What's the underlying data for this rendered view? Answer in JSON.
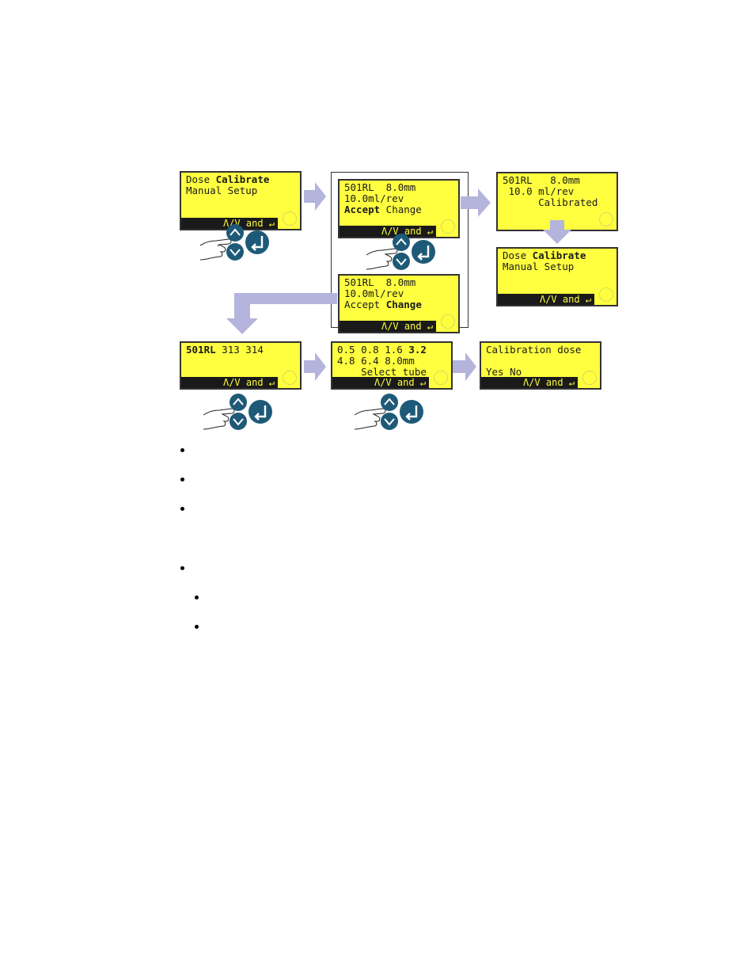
{
  "screens": [
    {
      "id": "s1",
      "lines": [
        [
          {
            "t": "Dose "
          },
          {
            "t": "Calibrate",
            "b": true
          }
        ],
        [
          {
            "t": "Manual Setup"
          }
        ]
      ],
      "bar": "Λ/V and ↵"
    },
    {
      "id": "s2",
      "lines": [
        [
          {
            "t": "501RL  8.0mm"
          }
        ],
        [
          {
            "t": "10.0ml/rev"
          }
        ],
        [
          {
            "t": "Accept",
            "b": true
          },
          {
            "t": " Change"
          }
        ]
      ],
      "bar": "Λ/V and ↵"
    },
    {
      "id": "s3",
      "lines": [
        [
          {
            "t": "501RL  8.0mm"
          }
        ],
        [
          {
            "t": "10.0ml/rev"
          }
        ],
        [
          {
            "t": "Accept "
          },
          {
            "t": "Change",
            "b": true
          }
        ]
      ],
      "bar": "Λ/V and ↵"
    },
    {
      "id": "s4",
      "lines": [
        [
          {
            "t": "501RL   8.0mm"
          }
        ],
        [
          {
            "t": " 10.0 ml/rev"
          }
        ],
        [
          {
            "t": "      Calibrated"
          }
        ]
      ],
      "bar": ""
    },
    {
      "id": "s5",
      "lines": [
        [
          {
            "t": "Dose "
          },
          {
            "t": "Calibrate",
            "b": true
          }
        ],
        [
          {
            "t": "Manual Setup"
          }
        ]
      ],
      "bar": "Λ/V and ↵"
    },
    {
      "id": "s6",
      "lines": [
        [
          {
            "t": "501RL",
            "b": true
          },
          {
            "t": " 313 314"
          }
        ]
      ],
      "bar": "Λ/V and ↵"
    },
    {
      "id": "s7",
      "lines": [
        [
          {
            "t": "0.5 0.8 1.6 "
          },
          {
            "t": "3.2",
            "b": true
          }
        ],
        [
          {
            "t": "4.8 6.4 8.0mm"
          }
        ],
        [
          {
            "t": "    Select tube"
          }
        ]
      ],
      "bar": "Λ/V and ↵"
    },
    {
      "id": "s8",
      "lines": [
        [
          {
            "t": "Calibration dose"
          }
        ],
        [
          {
            "t": ""
          }
        ],
        [
          {
            "t": "Yes No"
          }
        ]
      ],
      "bar": "Λ/V and ↵"
    }
  ],
  "colors": {
    "lcd": "#ffff40",
    "arrow": "#b4b4dc",
    "key": "#1e5a78",
    "bar": "#1a1a1a"
  },
  "icons": [
    "hand-pointer-icon",
    "up-key-icon",
    "down-key-icon",
    "enter-key-icon"
  ]
}
